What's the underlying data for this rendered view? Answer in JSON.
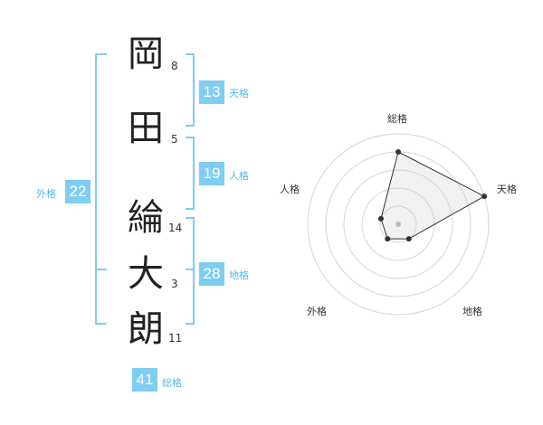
{
  "name_chars": [
    {
      "char": "岡",
      "strokes": "8"
    },
    {
      "char": "田",
      "strokes": "5"
    },
    {
      "char": "綸",
      "strokes": "14"
    },
    {
      "char": "大",
      "strokes": "3"
    },
    {
      "char": "朗",
      "strokes": "11"
    }
  ],
  "fortunes": {
    "tenkaku": {
      "value": "13",
      "label": "天格"
    },
    "jinkaku": {
      "value": "19",
      "label": "人格"
    },
    "chikaku": {
      "value": "28",
      "label": "地格"
    },
    "gaikaku": {
      "value": "22",
      "label": "外格"
    },
    "soukaku": {
      "value": "41",
      "label": "総格"
    }
  },
  "colors": {
    "accent": "#7fcdf2",
    "accent_text": "#54b9ea",
    "bracket": "#7fcdf2"
  },
  "chart_data": {
    "type": "radar",
    "axes": [
      "総格",
      "天格",
      "地格",
      "外格",
      "人格"
    ],
    "values": [
      4,
      5,
      1,
      1,
      1
    ],
    "max": 5,
    "rings": 5
  }
}
